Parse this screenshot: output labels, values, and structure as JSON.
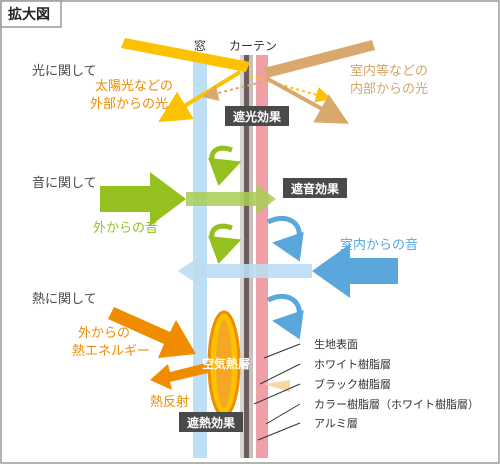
{
  "title": "拡大図",
  "columns": {
    "window": "窓",
    "curtain": "カーテン"
  },
  "light": {
    "heading": "光に関して",
    "outside_label_line1": "太陽光などの",
    "outside_label_line2": "外部からの光",
    "inside_label_line1": "室内等などの",
    "inside_label_line2": "内部からの光",
    "effect_badge": "遮光効果"
  },
  "sound": {
    "heading": "音に関して",
    "outside_label": "外からの音",
    "inside_label": "室内からの音",
    "effect_badge": "遮音効果"
  },
  "heat": {
    "heading": "熱に関して",
    "outside_label_line1": "外からの",
    "outside_label_line2": "熱エネルギー",
    "air_layer": "空気熱層",
    "reflection_label": "熱反射",
    "effect_badge": "遮熱効果"
  },
  "legend": [
    "生地表面",
    "ホワイト樹脂層",
    "ブラック樹脂層",
    "カラー樹脂層（ホワイト樹脂層）",
    "アルミ層"
  ],
  "colors": {
    "window": "#bde0f6",
    "curtain_outer": "#a89f9c",
    "curtain_core": "#5c4e4f",
    "curtain_inner": "#e58a94",
    "light_outside": "#fcc200",
    "light_inside": "#d9a86c",
    "sound_outside": "#94c11f",
    "sound_inside": "#5aa7dd",
    "heat": "#f08c00",
    "badge_bg": "#4a4a4a"
  }
}
